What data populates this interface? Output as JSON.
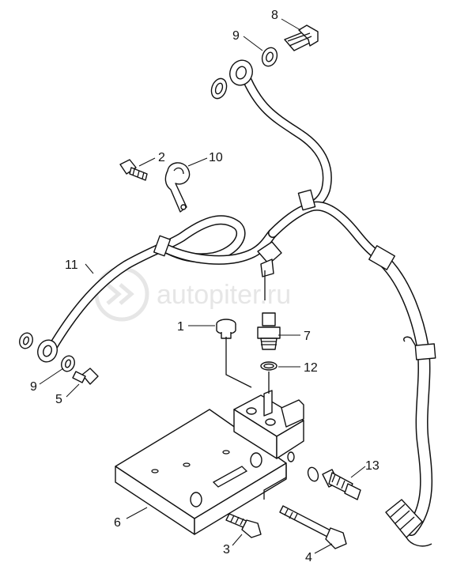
{
  "watermark": {
    "text": "autopiter.ru"
  },
  "callouts": [
    {
      "id": "c8",
      "label": "8"
    },
    {
      "id": "c9a",
      "label": "9"
    },
    {
      "id": "c2",
      "label": "2"
    },
    {
      "id": "c10",
      "label": "10"
    },
    {
      "id": "c11",
      "label": "11"
    },
    {
      "id": "c1",
      "label": "1"
    },
    {
      "id": "c7",
      "label": "7"
    },
    {
      "id": "c12",
      "label": "12"
    },
    {
      "id": "c9b",
      "label": "9"
    },
    {
      "id": "c5",
      "label": "5"
    },
    {
      "id": "c13",
      "label": "13"
    },
    {
      "id": "c6",
      "label": "6"
    },
    {
      "id": "c3",
      "label": "3"
    },
    {
      "id": "c4",
      "label": "4"
    }
  ]
}
